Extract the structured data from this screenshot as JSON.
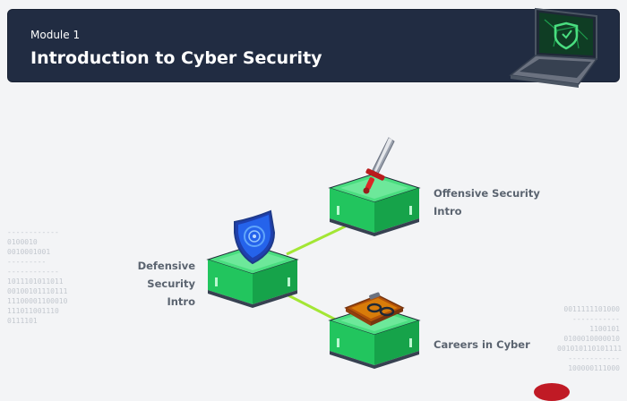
{
  "header": {
    "module_label": "Module 1",
    "title": "Introduction to Cyber Security",
    "background_color": "#212c42",
    "illustration_icon": "laptop-shield-icon"
  },
  "path": {
    "nodes": [
      {
        "label_line1": "Defensive Security",
        "label_line2": "Intro",
        "icon": "shield-icon"
      },
      {
        "label_line1": "Offensive Security",
        "label_line2": "Intro",
        "icon": "sword-icon"
      },
      {
        "label_line1": "Careers in Cyber",
        "label_line2": "",
        "icon": "clipboard-glasses-icon"
      }
    ],
    "connector_color": "#a3e635",
    "node_color": "#4ade80"
  },
  "decor": {
    "binary_left": "------------\n0100010\n0010001001\n---------\n------------\n1011101011011\n00100101110111\n11100001100010\n111011001110\n0111101",
    "binary_right": "0011111101000\n-----------\n1100101\n0100010000010\n001010110101111\n------------\n100000111000"
  }
}
